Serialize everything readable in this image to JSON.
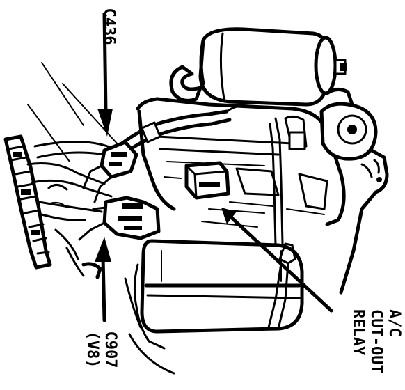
{
  "callouts": {
    "c436": "C436",
    "c907": "C907",
    "v8": "(V8)",
    "ac": "A/C",
    "cutout": "CUT-OUT",
    "relay": "RELAY"
  }
}
